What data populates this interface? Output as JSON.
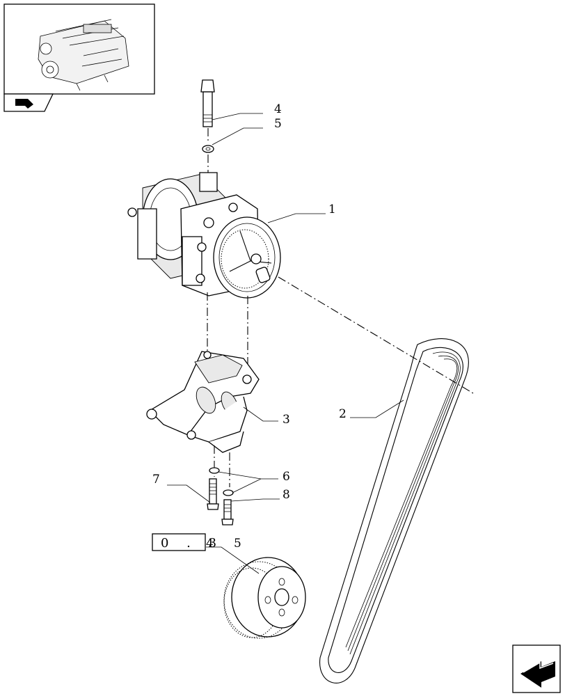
{
  "callouts": {
    "c1": "1",
    "c2": "2",
    "c3": "3",
    "c4": "4",
    "c5": "5",
    "c6": "6",
    "c7": "7",
    "c8": "8"
  },
  "reference": {
    "box_text": "0 . 3",
    "suffix_a": "4",
    "suffix_b": "5"
  },
  "icons": {
    "thumbnail": "engine-thumbnail",
    "thumb_tab": "arrow-tab-icon",
    "nav": "next-page-arrow-icon"
  }
}
